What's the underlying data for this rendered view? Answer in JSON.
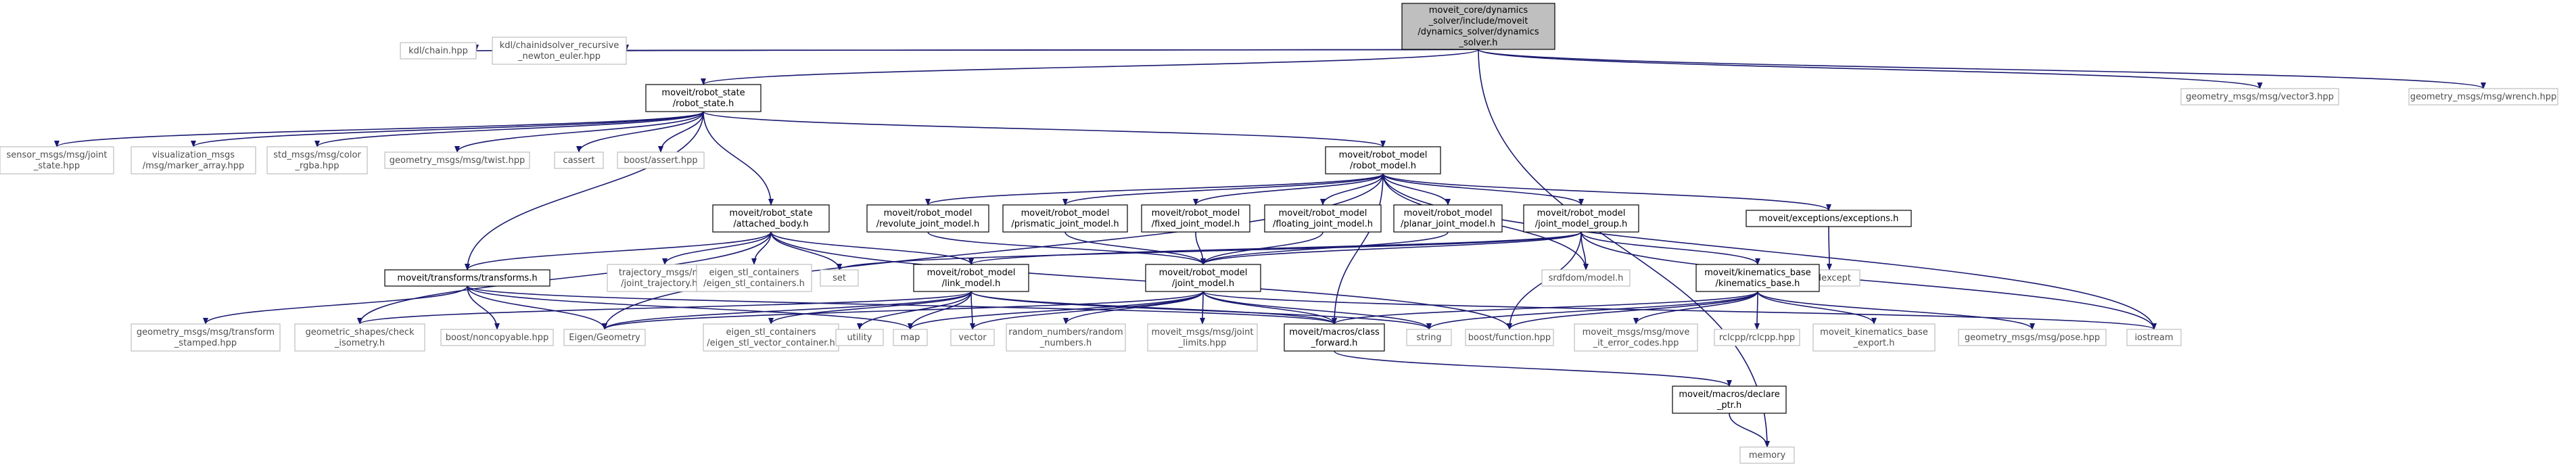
{
  "nodes": [
    {
      "id": "root",
      "lines": [
        "moveit_core/dynamics",
        "_solver/include/moveit",
        "/dynamics_solver/dynamics",
        "_solver.h"
      ],
      "style": "root"
    },
    {
      "id": "kdl_chain",
      "lines": [
        "kdl/chain.hpp"
      ],
      "style": "ext"
    },
    {
      "id": "kdl_newton",
      "lines": [
        "kdl/chainidsolver_recursive",
        "_newton_euler.hpp"
      ],
      "style": "ext"
    },
    {
      "id": "robot_state",
      "lines": [
        "moveit/robot_state",
        "/robot_state.h"
      ],
      "style": "int"
    },
    {
      "id": "geo_vector3",
      "lines": [
        "geometry_msgs/msg/vector3.hpp"
      ],
      "style": "ext"
    },
    {
      "id": "geo_wrench",
      "lines": [
        "geometry_msgs/msg/wrench.hpp"
      ],
      "style": "ext"
    },
    {
      "id": "memory",
      "lines": [
        "memory"
      ],
      "style": "ext"
    },
    {
      "id": "sensor_msgs",
      "lines": [
        "sensor_msgs/msg/joint",
        "_state.hpp"
      ],
      "style": "ext"
    },
    {
      "id": "viz_msgs",
      "lines": [
        "visualization_msgs",
        "/msg/marker_array.hpp"
      ],
      "style": "ext"
    },
    {
      "id": "std_msgs",
      "lines": [
        "std_msgs/msg/color",
        "_rgba.hpp"
      ],
      "style": "ext"
    },
    {
      "id": "geo_twist",
      "lines": [
        "geometry_msgs/msg/twist.hpp"
      ],
      "style": "ext"
    },
    {
      "id": "cassert",
      "lines": [
        "cassert"
      ],
      "style": "ext"
    },
    {
      "id": "boost_assert",
      "lines": [
        "boost/assert.hpp"
      ],
      "style": "ext"
    },
    {
      "id": "robot_model",
      "lines": [
        "moveit/robot_model",
        "/robot_model.h"
      ],
      "style": "int"
    },
    {
      "id": "attached_body",
      "lines": [
        "moveit/robot_state",
        "/attached_body.h"
      ],
      "style": "int"
    },
    {
      "id": "revolute",
      "lines": [
        "moveit/robot_model",
        "/revolute_joint_model.h"
      ],
      "style": "int"
    },
    {
      "id": "prismatic",
      "lines": [
        "moveit/robot_model",
        "/prismatic_joint_model.h"
      ],
      "style": "int"
    },
    {
      "id": "fixed",
      "lines": [
        "moveit/robot_model",
        "/fixed_joint_model.h"
      ],
      "style": "int"
    },
    {
      "id": "floating",
      "lines": [
        "moveit/robot_model",
        "/floating_joint_model.h"
      ],
      "style": "int"
    },
    {
      "id": "planar",
      "lines": [
        "moveit/robot_model",
        "/planar_joint_model.h"
      ],
      "style": "int"
    },
    {
      "id": "jmg",
      "lines": [
        "moveit/robot_model",
        "/joint_model_group.h"
      ],
      "style": "int"
    },
    {
      "id": "exceptions",
      "lines": [
        "moveit/exceptions/exceptions.h"
      ],
      "style": "int"
    },
    {
      "id": "stdexcept",
      "lines": [
        "stdexcept"
      ],
      "style": "ext"
    },
    {
      "id": "transforms",
      "lines": [
        "moveit/transforms/transforms.h"
      ],
      "style": "int"
    },
    {
      "id": "traj_msgs",
      "lines": [
        "trajectory_msgs/msg",
        "/joint_trajectory.hpp"
      ],
      "style": "ext"
    },
    {
      "id": "eigen_stl",
      "lines": [
        "eigen_stl_containers",
        "/eigen_stl_containers.h"
      ],
      "style": "ext"
    },
    {
      "id": "set",
      "lines": [
        "set"
      ],
      "style": "ext"
    },
    {
      "id": "link_model",
      "lines": [
        "moveit/robot_model",
        "/link_model.h"
      ],
      "style": "int"
    },
    {
      "id": "joint_model",
      "lines": [
        "moveit/robot_model",
        "/joint_model.h"
      ],
      "style": "int"
    },
    {
      "id": "srdfdom",
      "lines": [
        "srdfdom/model.h"
      ],
      "style": "ext"
    },
    {
      "id": "kin_base",
      "lines": [
        "moveit/kinematics_base",
        "/kinematics_base.h"
      ],
      "style": "int"
    },
    {
      "id": "geo_tf_stamped",
      "lines": [
        "geometry_msgs/msg/transform",
        "_stamped.hpp"
      ],
      "style": "ext"
    },
    {
      "id": "geo_shapes",
      "lines": [
        "geometric_shapes/check",
        "_isometry.h"
      ],
      "style": "ext"
    },
    {
      "id": "boost_noncopy",
      "lines": [
        "boost/noncopyable.hpp"
      ],
      "style": "ext"
    },
    {
      "id": "eigen_geometry",
      "lines": [
        "Eigen/Geometry"
      ],
      "style": "ext"
    },
    {
      "id": "eigen_vec",
      "lines": [
        "eigen_stl_containers",
        "/eigen_stl_vector_container.h"
      ],
      "style": "ext"
    },
    {
      "id": "utility",
      "lines": [
        "utility"
      ],
      "style": "ext"
    },
    {
      "id": "map",
      "lines": [
        "map"
      ],
      "style": "ext"
    },
    {
      "id": "vector",
      "lines": [
        "vector"
      ],
      "style": "ext"
    },
    {
      "id": "random_numbers",
      "lines": [
        "random_numbers/random",
        "_numbers.h"
      ],
      "style": "ext"
    },
    {
      "id": "joint_limits",
      "lines": [
        "moveit_msgs/msg/joint",
        "_limits.hpp"
      ],
      "style": "ext"
    },
    {
      "id": "class_forward",
      "lines": [
        "moveit/macros/class",
        "_forward.h"
      ],
      "style": "int"
    },
    {
      "id": "string",
      "lines": [
        "string"
      ],
      "style": "ext"
    },
    {
      "id": "boost_function",
      "lines": [
        "boost/function.hpp"
      ],
      "style": "ext"
    },
    {
      "id": "move_it_error",
      "lines": [
        "moveit_msgs/msg/move",
        "_it_error_codes.hpp"
      ],
      "style": "ext"
    },
    {
      "id": "rclcpp",
      "lines": [
        "rclcpp/rclcpp.hpp"
      ],
      "style": "ext"
    },
    {
      "id": "kin_export",
      "lines": [
        "moveit_kinematics_base",
        "_export.h"
      ],
      "style": "ext"
    },
    {
      "id": "geo_pose",
      "lines": [
        "geometry_msgs/msg/pose.hpp"
      ],
      "style": "ext"
    },
    {
      "id": "iostream",
      "lines": [
        "iostream"
      ],
      "style": "ext"
    },
    {
      "id": "declare_ptr",
      "lines": [
        "moveit/macros/declare",
        "_ptr.h"
      ],
      "style": "int"
    }
  ],
  "edges": [
    [
      "root",
      "kdl_chain"
    ],
    [
      "root",
      "kdl_newton"
    ],
    [
      "root",
      "robot_state"
    ],
    [
      "root",
      "geo_vector3"
    ],
    [
      "root",
      "geo_wrench"
    ],
    [
      "root",
      "memory"
    ],
    [
      "robot_state",
      "sensor_msgs"
    ],
    [
      "robot_state",
      "viz_msgs"
    ],
    [
      "robot_state",
      "std_msgs"
    ],
    [
      "robot_state",
      "geo_twist"
    ],
    [
      "robot_state",
      "cassert"
    ],
    [
      "robot_state",
      "boost_assert"
    ],
    [
      "robot_state",
      "robot_model"
    ],
    [
      "robot_state",
      "attached_body"
    ],
    [
      "robot_state",
      "transforms"
    ],
    [
      "robot_model",
      "revolute"
    ],
    [
      "robot_model",
      "prismatic"
    ],
    [
      "robot_model",
      "fixed"
    ],
    [
      "robot_model",
      "floating"
    ],
    [
      "robot_model",
      "planar"
    ],
    [
      "robot_model",
      "jmg"
    ],
    [
      "robot_model",
      "exceptions"
    ],
    [
      "robot_model",
      "srdfdom"
    ],
    [
      "robot_model",
      "iostream"
    ],
    [
      "robot_model",
      "eigen_geometry"
    ],
    [
      "robot_model",
      "class_forward"
    ],
    [
      "exceptions",
      "stdexcept"
    ],
    [
      "attached_body",
      "transforms"
    ],
    [
      "attached_body",
      "traj_msgs"
    ],
    [
      "attached_body",
      "eigen_stl"
    ],
    [
      "attached_body",
      "set"
    ],
    [
      "attached_body",
      "link_model"
    ],
    [
      "attached_body",
      "geo_shapes"
    ],
    [
      "attached_body",
      "boost_function"
    ],
    [
      "revolute",
      "joint_model"
    ],
    [
      "prismatic",
      "joint_model"
    ],
    [
      "fixed",
      "joint_model"
    ],
    [
      "floating",
      "joint_model"
    ],
    [
      "planar",
      "joint_model"
    ],
    [
      "jmg",
      "joint_model"
    ],
    [
      "jmg",
      "link_model"
    ],
    [
      "jmg",
      "set"
    ],
    [
      "jmg",
      "srdfdom"
    ],
    [
      "jmg",
      "kin_base"
    ],
    [
      "jmg",
      "boost_function"
    ],
    [
      "jmg",
      "iostream"
    ],
    [
      "transforms",
      "geo_tf_stamped"
    ],
    [
      "transforms",
      "boost_noncopy"
    ],
    [
      "transforms",
      "eigen_geometry"
    ],
    [
      "transforms",
      "map"
    ],
    [
      "transforms",
      "class_forward"
    ],
    [
      "link_model",
      "geo_shapes"
    ],
    [
      "link_model",
      "eigen_geometry"
    ],
    [
      "link_model",
      "eigen_vec"
    ],
    [
      "link_model",
      "utility"
    ],
    [
      "link_model",
      "map"
    ],
    [
      "link_model",
      "vector"
    ],
    [
      "link_model",
      "class_forward"
    ],
    [
      "link_model",
      "string"
    ],
    [
      "joint_model",
      "map"
    ],
    [
      "joint_model",
      "vector"
    ],
    [
      "joint_model",
      "random_numbers"
    ],
    [
      "joint_model",
      "joint_limits"
    ],
    [
      "joint_model",
      "class_forward"
    ],
    [
      "joint_model",
      "string"
    ],
    [
      "joint_model",
      "eigen_geometry"
    ],
    [
      "joint_model",
      "iostream"
    ],
    [
      "kin_base",
      "class_forward"
    ],
    [
      "kin_base",
      "string"
    ],
    [
      "kin_base",
      "boost_function"
    ],
    [
      "kin_base",
      "move_it_error"
    ],
    [
      "kin_base",
      "rclcpp"
    ],
    [
      "kin_base",
      "kin_export"
    ],
    [
      "kin_base",
      "geo_pose"
    ],
    [
      "class_forward",
      "declare_ptr"
    ],
    [
      "declare_ptr",
      "memory"
    ]
  ],
  "colors": {
    "root_fill": "#bfbfbf",
    "int_border": "#000000",
    "ext_border": "#bfbfbf",
    "ext_text": "#4d4d4d",
    "edge": "#191970"
  }
}
